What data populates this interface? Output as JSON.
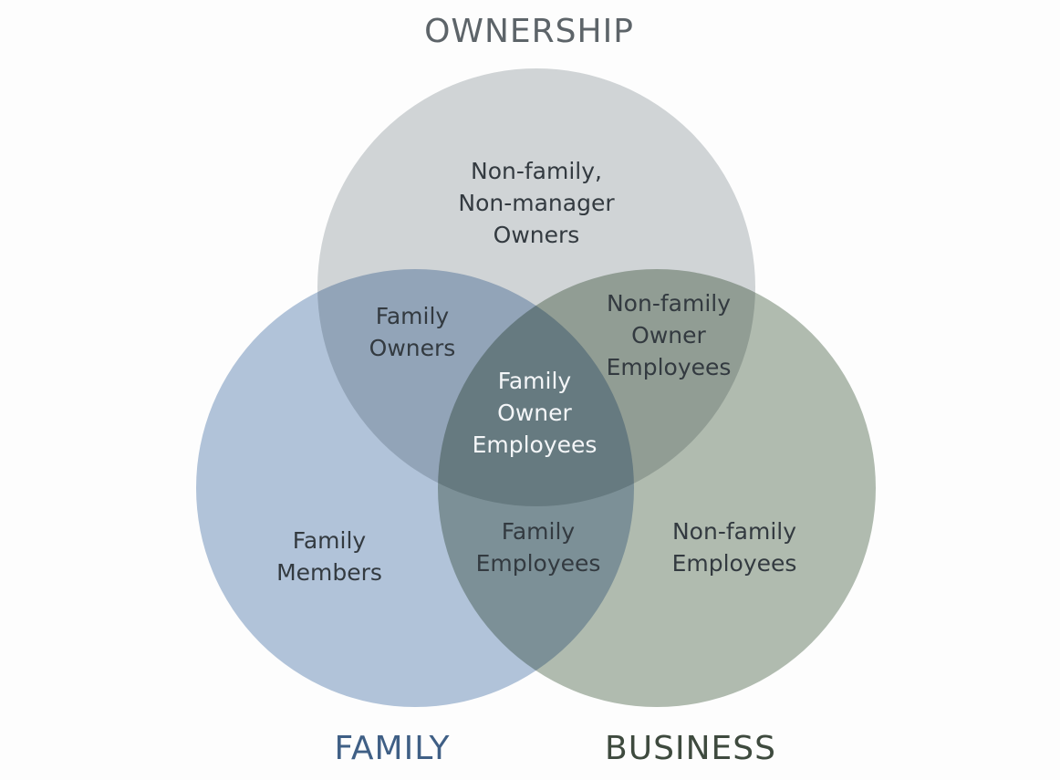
{
  "titles": {
    "ownership": "OWNERSHIP",
    "family": "FAMILY",
    "business": "BUSINESS"
  },
  "colors": {
    "ownership": "#d2d6d8",
    "family": "#b3c5db",
    "business": "#b2bdb1",
    "ownership_title": "#5d6469",
    "family_title": "#3f5f85",
    "business_title": "#3e4a3e"
  },
  "regions": {
    "ownership_only": "Non-family,\nNon-manager\nOwners",
    "family_owners": "Family\nOwners",
    "nonfamily_owner_employees": "Non-family\nOwner\nEmployees",
    "family_owner_employees": "Family\nOwner\nEmployees",
    "family_members": "Family\nMembers",
    "family_employees": "Family\nEmployees",
    "nonfamily_employees": "Non-family\nEmployees"
  }
}
